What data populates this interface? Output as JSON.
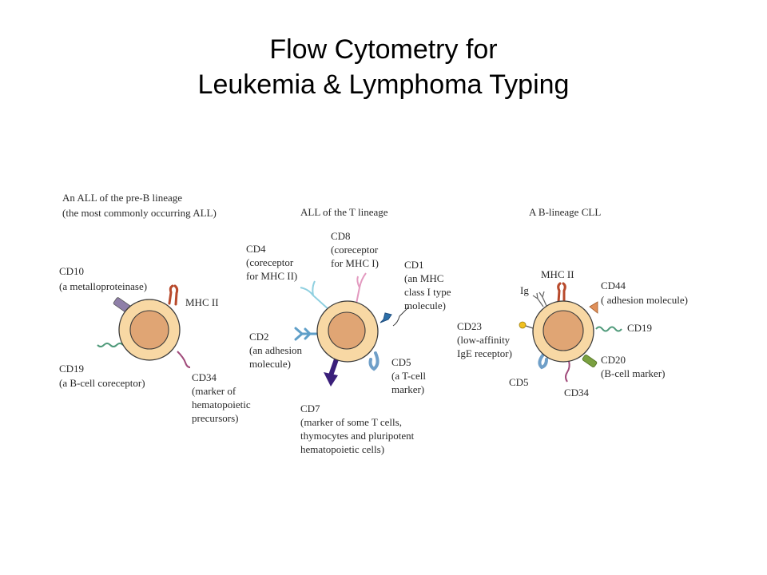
{
  "slide": {
    "title_line1": "Flow Cytometry for",
    "title_line2": "Leukemia & Lymphoma Typing"
  },
  "colors": {
    "cell_outer": "#f8d8a4",
    "cell_nucleus": "#e0a574",
    "cell_outline": "#3a3a3a",
    "mhc": "#b84a2c",
    "cd10": "#8f7fa8",
    "cd19": "#4f9a7a",
    "cd34": "#a04a7a",
    "cd4": "#8fd0e0",
    "cd8": "#e39ac0",
    "cd1": "#2d6fa8",
    "cd2": "#5f9fc8",
    "cd5": "#6f9fc8",
    "cd7": "#3a1f7a",
    "cd44": "#e0905a",
    "cd23": "#f0c020",
    "cd20": "#7aa040",
    "ig": "#6a6a6a"
  },
  "panels": {
    "pre_b": {
      "title_line1": "An ALL of the pre-B lineage",
      "title_line2": "(the most commonly occurring ALL)",
      "cd10_line1": "CD10",
      "cd10_line2": "(a metalloproteinase)",
      "mhc": "MHC II",
      "cd19_line1": "CD19",
      "cd19_line2": "(a B-cell coreceptor)",
      "cd34_line1": "CD34",
      "cd34_line2": "(marker of",
      "cd34_line3": "hematopoietic",
      "cd34_line4": "precursors)"
    },
    "t_lineage": {
      "title": "ALL of the T lineage",
      "cd4_line1": "CD4",
      "cd4_line2": "(coreceptor",
      "cd4_line3": "for MHC II)",
      "cd8_line1": "CD8",
      "cd8_line2": "(coreceptor",
      "cd8_line3": "for MHC I)",
      "cd1_line1": "CD1",
      "cd1_line2": "(an MHC",
      "cd1_line3": "class I type",
      "cd1_line4": "molecule)",
      "cd2_line1": "CD2",
      "cd2_line2": "(an adhesion",
      "cd2_line3": "molecule)",
      "cd5_line1": "CD5",
      "cd5_line2": "(a T-cell",
      "cd5_line3": "marker)",
      "cd7_line1": "CD7",
      "cd7_line2": "(marker of some T cells,",
      "cd7_line3": "thymocytes and pluripotent",
      "cd7_line4": "hematopoietic cells)"
    },
    "cll": {
      "title": "A B-lineage CLL",
      "mhc": "MHC II",
      "ig": "Ig",
      "cd44_line1": "CD44",
      "cd44_line2": "( adhesion molecule)",
      "cd19": "CD19",
      "cd23_line1": "CD23",
      "cd23_line2": "(low-affinity",
      "cd23_line3": "IgE receptor)",
      "cd20_line1": "CD20",
      "cd20_line2": "(B-cell marker)",
      "cd5": "CD5",
      "cd34": "CD34"
    }
  }
}
